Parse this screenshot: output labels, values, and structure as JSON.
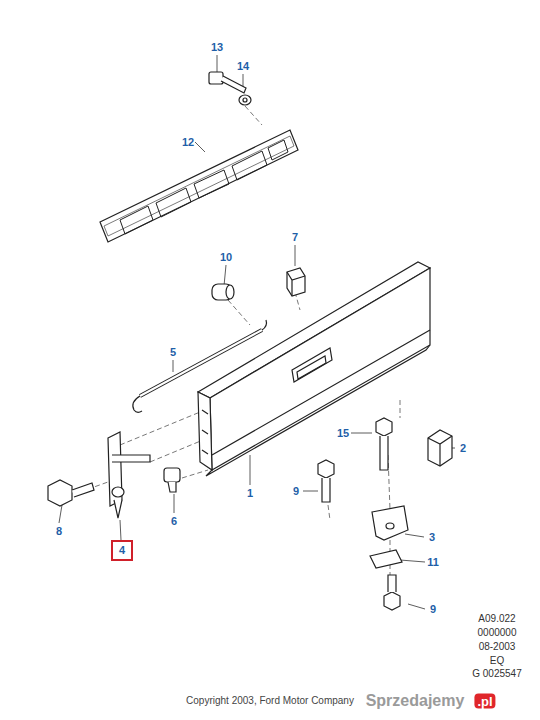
{
  "diagram": {
    "nodes": [
      {
        "text": [
          "4"
        ]
      }
    ],
    "labels": [
      "13",
      "14",
      "12",
      "7",
      "10",
      "5",
      "15",
      "2",
      "1",
      "9",
      "3",
      "11",
      "9",
      "8",
      "6",
      "A09.022",
      "0000000",
      "08-2003",
      "EQ",
      "G 0025547",
      "Copyright 2003, Ford Motor Company",
      "Sprzedajemy",
      ".pl"
    ]
  }
}
